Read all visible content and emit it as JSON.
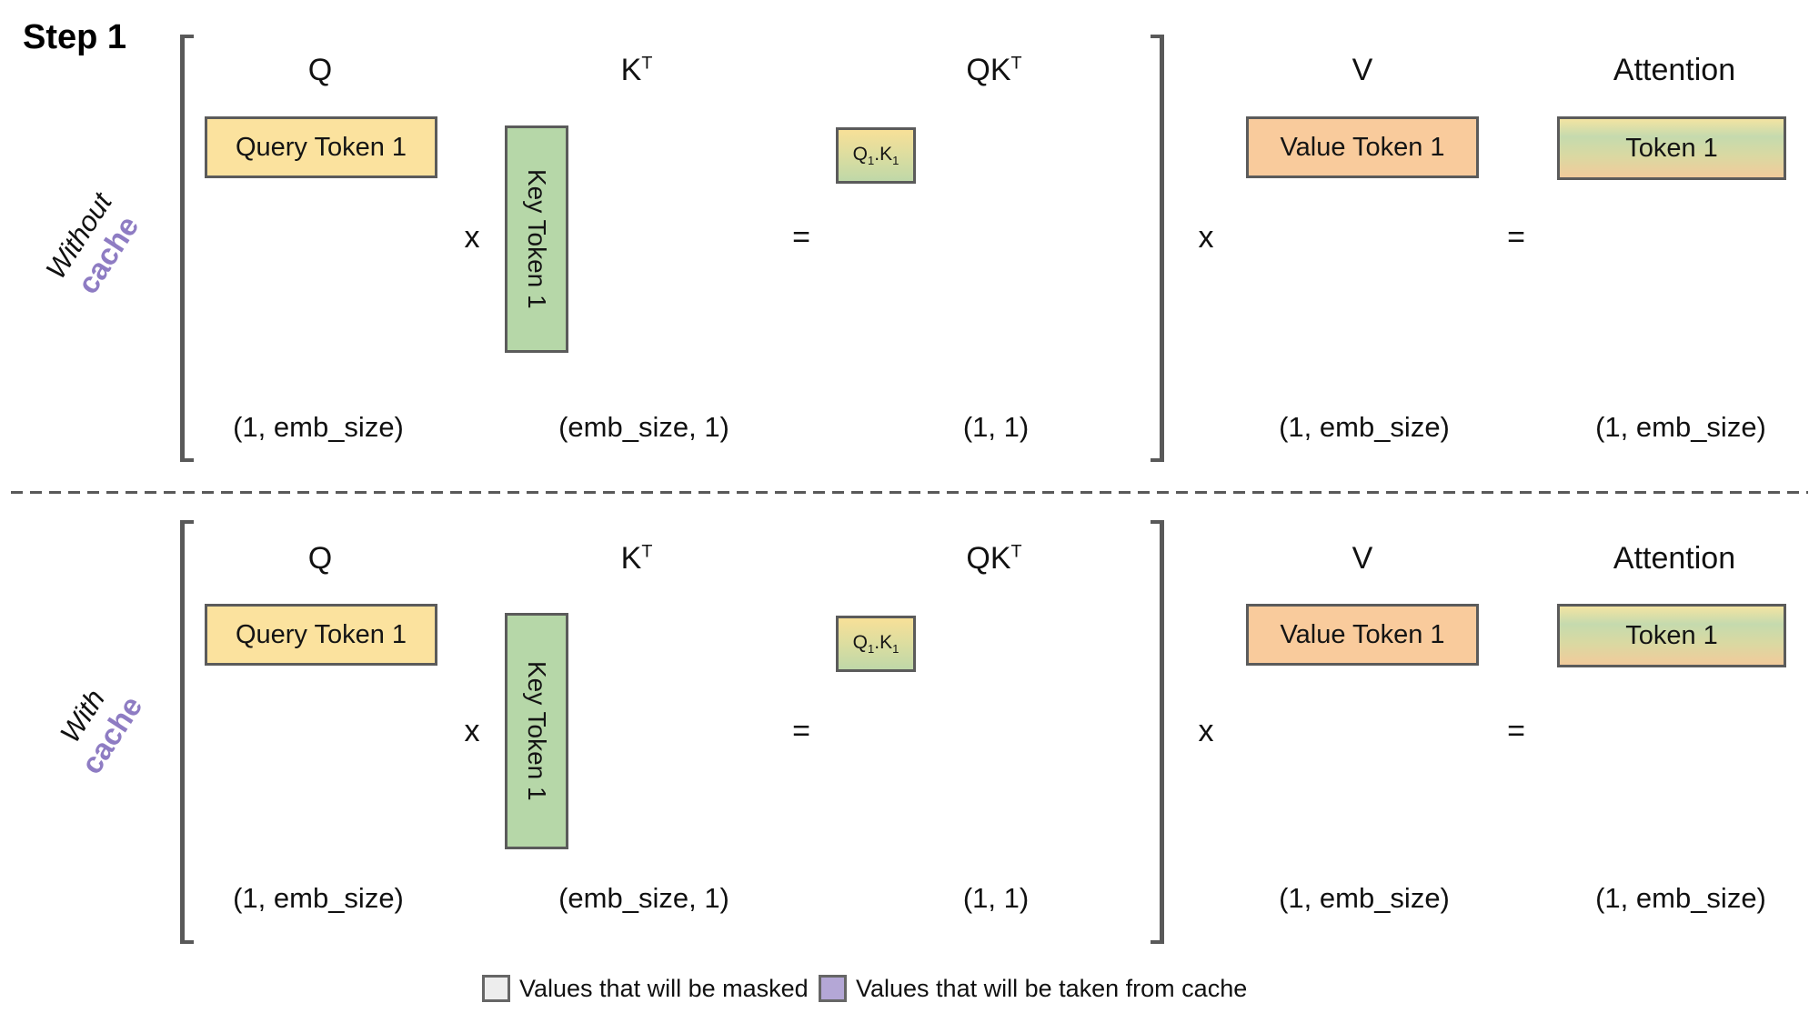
{
  "title": "Step 1",
  "colors": {
    "yellow_fill": "#FBE29E",
    "green_fill": "#B6D7A8",
    "orange_fill": "#F9CB9C",
    "qk_gradient_top": "#F8E098",
    "qk_gradient_bottom": "#BFD8A8",
    "legend_masked_fill": "#EDEDED",
    "legend_cache_fill": "#B4A7D6",
    "cache_text_purple": "#8E7CC3",
    "border_gray": "#5B5B5B"
  },
  "rows": [
    {
      "side_label": {
        "line1": "Without",
        "line2": "cache"
      },
      "headers": {
        "q": "Q",
        "k_base": "K",
        "k_sup": "T",
        "qk_base": "QK",
        "qk_sup": "T",
        "v": "V",
        "attention": "Attention"
      },
      "boxes": {
        "query": "Query Token 1",
        "key": "Key Token 1",
        "qk_label": {
          "q": "Q",
          "q_sub": "1",
          "sep": ".",
          "k": "K",
          "k_sub": "1"
        },
        "value": "Value Token 1",
        "token": "Token 1"
      },
      "operators": {
        "times1": "x",
        "equals1": "=",
        "times2": "x",
        "equals2": "="
      },
      "dims": {
        "q": "(1, emb_size)",
        "k": "(emb_size, 1)",
        "qk": "(1, 1)",
        "v": "(1, emb_size)",
        "attention": "(1, emb_size)"
      }
    },
    {
      "side_label": {
        "line1": "With",
        "line2": "cache"
      },
      "headers": {
        "q": "Q",
        "k_base": "K",
        "k_sup": "T",
        "qk_base": "QK",
        "qk_sup": "T",
        "v": "V",
        "attention": "Attention"
      },
      "boxes": {
        "query": "Query Token 1",
        "key": "Key Token 1",
        "qk_label": {
          "q": "Q",
          "q_sub": "1",
          "sep": ".",
          "k": "K",
          "k_sub": "1"
        },
        "value": "Value Token 1",
        "token": "Token 1"
      },
      "operators": {
        "times1": "x",
        "equals1": "=",
        "times2": "x",
        "equals2": "="
      },
      "dims": {
        "q": "(1, emb_size)",
        "k": "(emb_size, 1)",
        "qk": "(1, 1)",
        "v": "(1, emb_size)",
        "attention": "(1, emb_size)"
      }
    }
  ],
  "legend": [
    {
      "label": "Values that will be masked"
    },
    {
      "label": "Values that will be taken from cache"
    }
  ]
}
